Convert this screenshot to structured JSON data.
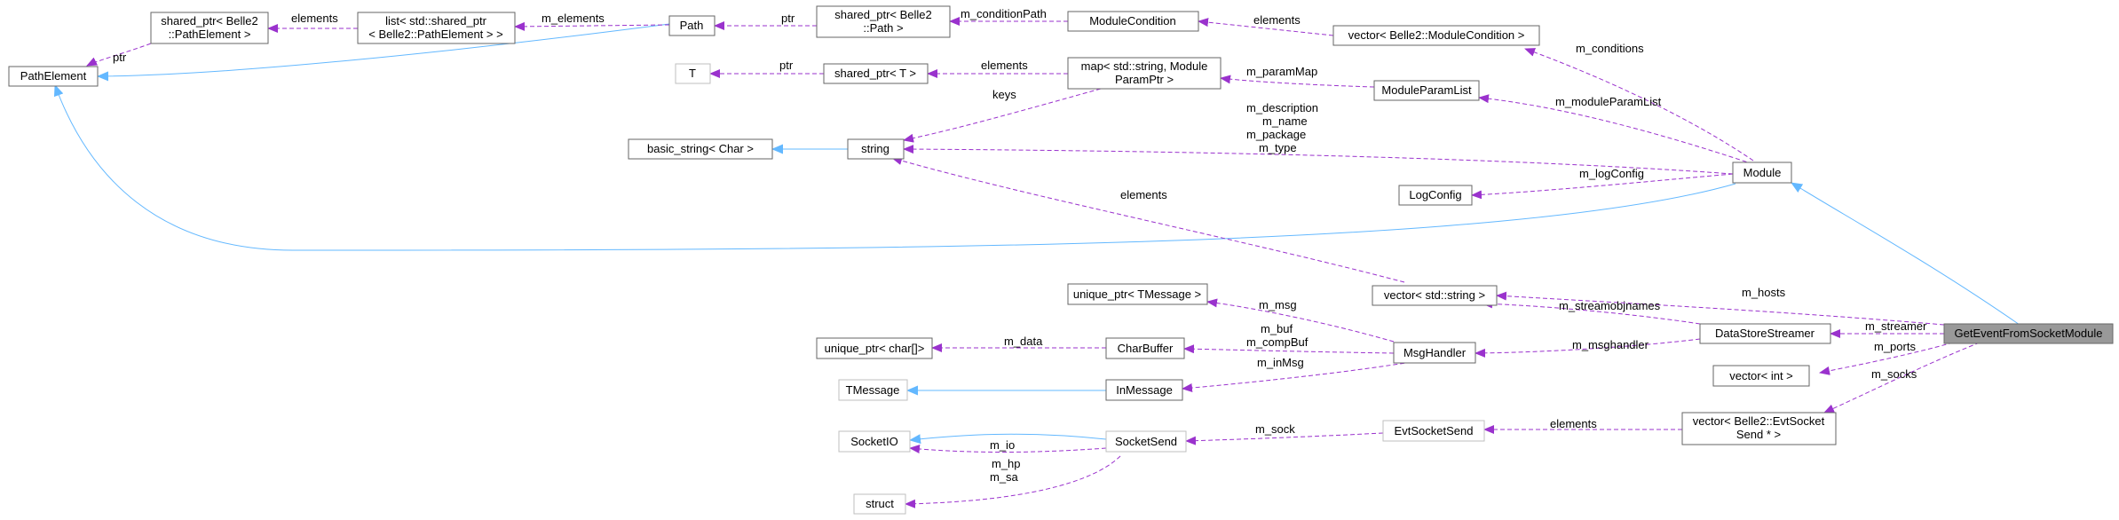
{
  "colors": {
    "usage_edge": "#9a32cd",
    "inheritance_edge": "#63b8ff",
    "highlight_node": "#999999",
    "node_border": "#666666",
    "external_node_border": "#bfbfbf"
  },
  "nodes": {
    "path_element": "PathElement",
    "shared_ptr_path_element": [
      "shared_ptr< Belle2",
      "::PathElement >"
    ],
    "list_shared_ptr": [
      "list< std::shared_ptr",
      "< Belle2::PathElement > >"
    ],
    "path": "Path",
    "shared_ptr_path": [
      "shared_ptr< Belle2",
      "::Path >"
    ],
    "module_condition": "ModuleCondition",
    "vector_module_condition": "vector< Belle2::ModuleCondition >",
    "t": "T",
    "shared_ptr_t": "shared_ptr< T >",
    "map_string_param": [
      "map< std::string, Module",
      "ParamPtr >"
    ],
    "module_param_list": "ModuleParamList",
    "basic_string": "basic_string< Char >",
    "string": "string",
    "module": "Module",
    "log_config": "LogConfig",
    "vector_string": "vector< std::string >",
    "unique_ptr_tmessage": "unique_ptr< TMessage >",
    "unique_ptr_char": "unique_ptr< char[]>",
    "char_buffer": "CharBuffer",
    "msg_handler": "MsgHandler",
    "data_store_streamer": "DataStoreStreamer",
    "get_event_from_socket_module": "GetEventFromSocketModule",
    "vector_int": "vector< int >",
    "tmessage": "TMessage",
    "in_message": "InMessage",
    "socket_io": "SocketIO",
    "socket_send": "SocketSend",
    "evt_socket_send": "EvtSocketSend",
    "vector_evt_socket_send": [
      "vector< Belle2::EvtSocket",
      "Send * >"
    ],
    "struct": "struct"
  },
  "edge_labels": {
    "ptr_path_element": "ptr",
    "elements_list": "elements",
    "m_elements": "m_elements",
    "ptr_path": "ptr",
    "m_condition_path": "m_conditionPath",
    "elements_vector_condition": "elements",
    "m_conditions": "m_conditions",
    "ptr_t": "ptr",
    "elements_map": "elements",
    "m_param_map": "m_paramMap",
    "keys": "keys",
    "m_module_param_list": "m_moduleParamList",
    "module_string_fields": [
      "m_description",
      "m_name",
      "m_package",
      "m_type"
    ],
    "m_log_config": "m_logConfig",
    "elements_vector_string": "elements",
    "m_hosts": "m_hosts",
    "m_streamobjnames": "m_streamobjnames",
    "m_msg": "m_msg",
    "m_data": "m_data",
    "m_buf_compbuf": [
      "m_buf",
      "m_compBuf"
    ],
    "m_msghandler": "m_msghandler",
    "m_in_msg": "m_inMsg",
    "m_streamer": "m_streamer",
    "m_ports": "m_ports",
    "m_socks": "m_socks",
    "m_sock": "m_sock",
    "elements_evt": "elements",
    "m_io": "m_io",
    "m_hp_sa": [
      "m_hp",
      "m_sa"
    ]
  }
}
